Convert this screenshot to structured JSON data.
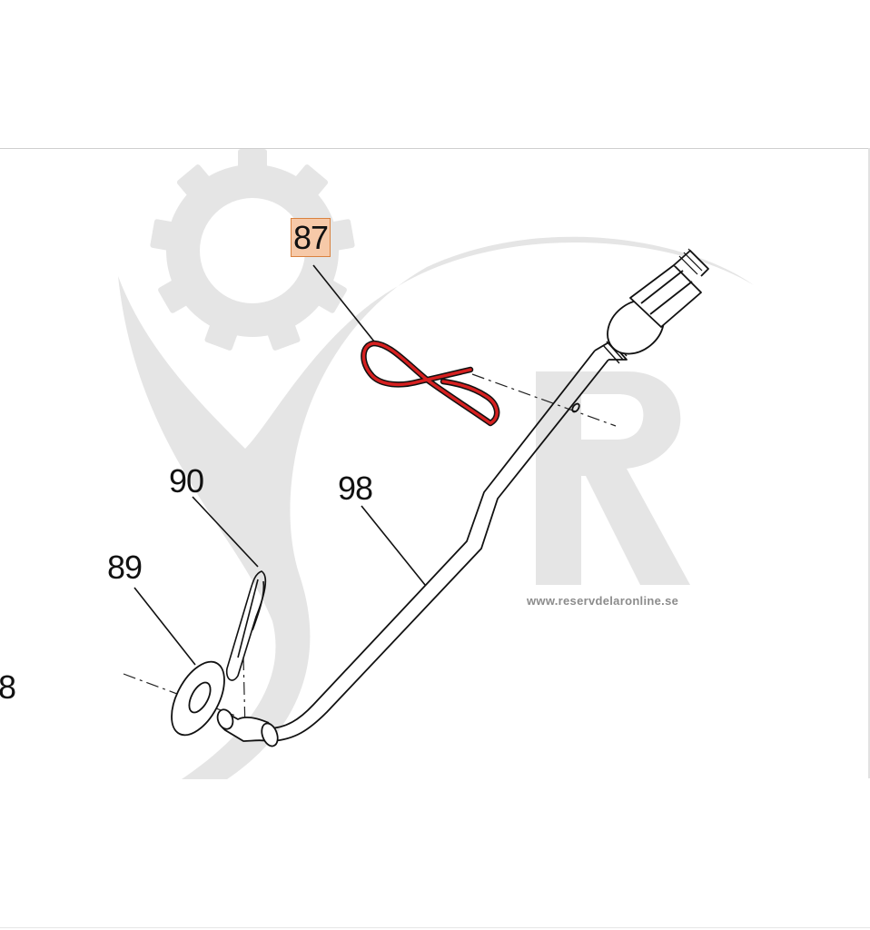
{
  "diagram": {
    "watermark": {
      "logo": "gear-with-R-logo",
      "url": "www.reservdelaronline.se",
      "color": "#e3e3e3"
    },
    "highlight_color": "#d9823f",
    "part_highlight_color": "#d62020",
    "callouts": [
      {
        "id": "87",
        "label": "87",
        "highlighted": true
      },
      {
        "id": "90",
        "label": "90",
        "highlighted": false
      },
      {
        "id": "98",
        "label": "98",
        "highlighted": false
      },
      {
        "id": "89",
        "label": "89",
        "highlighted": false
      },
      {
        "id": "88",
        "label": "8",
        "highlighted": false
      }
    ],
    "parts": [
      {
        "callout": "87",
        "name": "hairpin-clip"
      },
      {
        "callout": "90",
        "name": "cotter-pin"
      },
      {
        "callout": "98",
        "name": "control-rod"
      },
      {
        "callout": "89",
        "name": "washer"
      }
    ]
  }
}
